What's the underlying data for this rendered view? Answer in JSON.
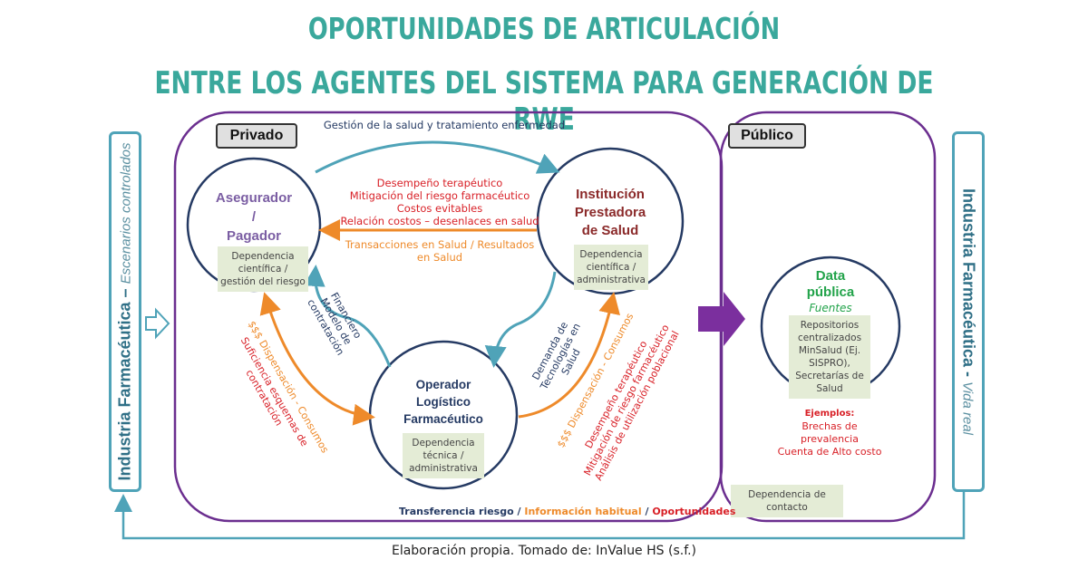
{
  "title": {
    "line1": "OPORTUNIDADES DE ARTICULACIÓN",
    "line2": "ENTRE LOS AGENTES DEL SISTEMA PARA GENERACIÓN DE RWE"
  },
  "side_left": {
    "bold": "Industria Farmacéutica – ",
    "italic": "Escenarios controlados"
  },
  "side_right": {
    "bold": "Industria Farmacéutica - ",
    "italic": "Vida real"
  },
  "sections": {
    "private": "Privado",
    "public": "Público"
  },
  "nodes": {
    "asegurador": {
      "title": "Asegurador\n/\nPagador",
      "dep": "Dependencia científica / gestión del riesgo"
    },
    "institucion": {
      "title": "Institución\nPrestadora\nde Salud",
      "dep": "Dependencia científica / administrativa"
    },
    "operador": {
      "title": "Operador\nLogístico\nFarmacéutico",
      "dep": "Dependencia técnica / administrativa"
    },
    "data": {
      "title": "Data\npública",
      "subtitle": "Fuentes",
      "dep": "Repositorios centralizados MinSalud (Ej. SISPRO), Secretarías de Salud"
    }
  },
  "flows": {
    "top_arc": "Gestión de la salud y tratamiento enfermedad",
    "opportunities_top": [
      "Desempeño terapéutico",
      "Mitigación del riesgo farmacéutico",
      "Costos evitables",
      "Relación costos – desenlaces en salud"
    ],
    "habitual_top": "Transacciones en Salud  / Resultados en Salud",
    "financiero": "Financiero\nModelo de\ncontratación",
    "demanda": "Demanda de\nTecnologías en\nSalud",
    "left_orange": "$$$ Dispensación - Consumos",
    "left_red": "Suficiencia esquemas de\ncontratación",
    "right_orange": "$$$ Dispensación - Consumos",
    "right_red": "Desempeño terapéutico\nMitigación de riesgo farmacéutico\nAnálisis de utilización poblacional"
  },
  "examples": {
    "heading": "Ejemplos:",
    "items": [
      "Brechas de prevalencia",
      "Cuenta de Alto costo"
    ]
  },
  "contact_dep": "Dependencia de contacto",
  "legend": {
    "blue": "Transferencia riesgo",
    "orange": "Información habitual",
    "red": "Oportunidades",
    "sep": " / "
  },
  "footer": "Elaboración propia. Tomado de: InValue HS (s.f.)",
  "colors": {
    "teal_title": "#3aa89c",
    "purple": "#6b2e8f",
    "blue_arrow": "#4fa3b8",
    "orange": "#ee8a2a",
    "red": "#d81f26",
    "navy": "#253a63",
    "green": "#22a34a"
  }
}
